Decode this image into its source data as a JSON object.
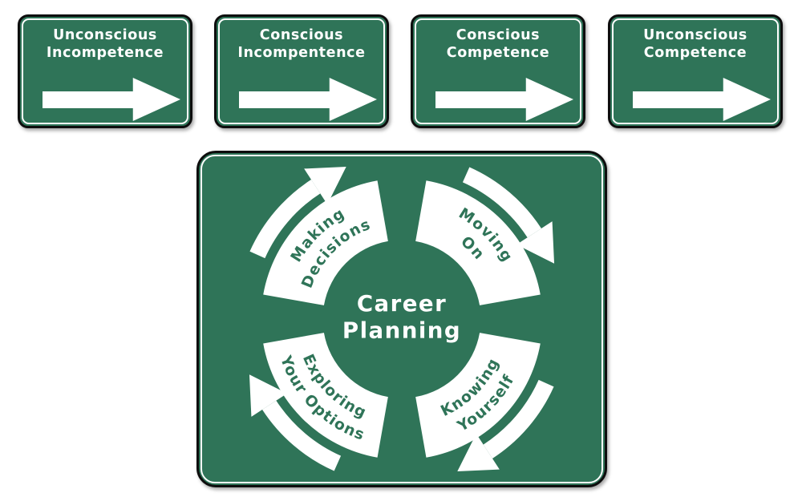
{
  "colors": {
    "sign_green": "#2F7458",
    "sign_border_black": "#0D0D0D",
    "sign_outline_white": "#FFFFFF",
    "wedge_text_green": "#2F7458"
  },
  "icons": {
    "straight_arrow": "right-arrow-icon",
    "curved_arrow": "curved-clockwise-arrow-icon"
  },
  "stage_signs": [
    {
      "line1": "Unconscious",
      "line2": "Incompetence"
    },
    {
      "line1": "Conscious",
      "line2": "Incompentence"
    },
    {
      "line1": "Conscious",
      "line2": "Competence"
    },
    {
      "line1": "Unconscious",
      "line2": "Competence"
    }
  ],
  "cycle_sign": {
    "title_line1": "Career",
    "title_line2": "Planning",
    "segments": [
      {
        "position": "top-left",
        "line1": "Making",
        "line2": "Decisions"
      },
      {
        "position": "top-right",
        "line1": "Moving",
        "line2": "On"
      },
      {
        "position": "bottom-right",
        "line1": "Knowing",
        "line2": "Yourself"
      },
      {
        "position": "bottom-left",
        "line1": "Exploring",
        "line2": "Your Options"
      }
    ]
  }
}
